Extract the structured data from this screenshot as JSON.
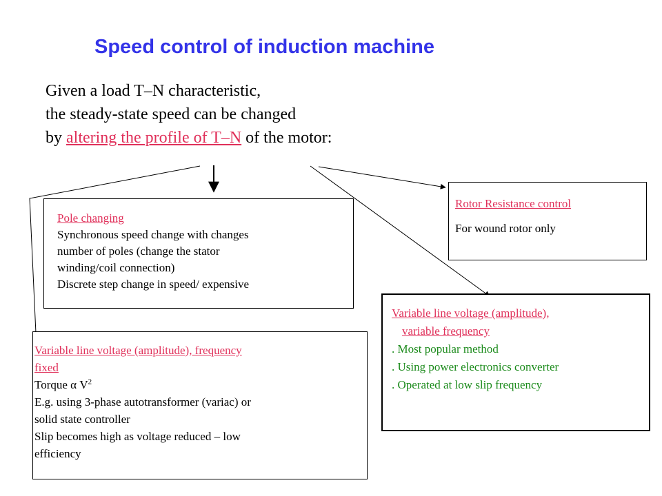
{
  "title": "Speed control of induction machine",
  "intro": {
    "line1": "Given a load T–N characteristic,",
    "line2": "the steady-state  speed can be changed",
    "line3_prefix": "by ",
    "line3_highlight": "altering the profile of T–N",
    "line3_suffix": " of the motor:"
  },
  "pole_changing": {
    "heading": "Pole changing",
    "lines": [
      "Synchronous speed change with changes",
      "number of poles (change the stator",
      "winding/coil  connection)",
      "Discrete step change in speed/ expensive"
    ]
  },
  "rotor_resistance": {
    "heading": "Rotor Resistance control",
    "line": "For wound rotor only"
  },
  "variable_frequency": {
    "heading_line1": "Variable line voltage (amplitude),",
    "heading_line2": "variable frequency",
    "lines": [
      ". Most popular method",
      ". Using power electronics     converter",
      ". Operated at low slip frequency"
    ],
    "text_color": "#1a8a1a"
  },
  "fixed_frequency": {
    "heading_line1": "Variable line voltage (amplitude), frequency",
    "heading_line2": "fixed",
    "torque_prefix": "Torque ",
    "torque_symbol": "α",
    "torque_var": " V",
    "torque_exp": "2",
    "lines": [
      "E.g. using 3-phase autotransformer (variac) or",
      "solid state controller",
      "Slip becomes high as voltage reduced –  low",
      "efficiency"
    ]
  },
  "colors": {
    "title": "#3333e8",
    "highlight": "#e0305a"
  }
}
